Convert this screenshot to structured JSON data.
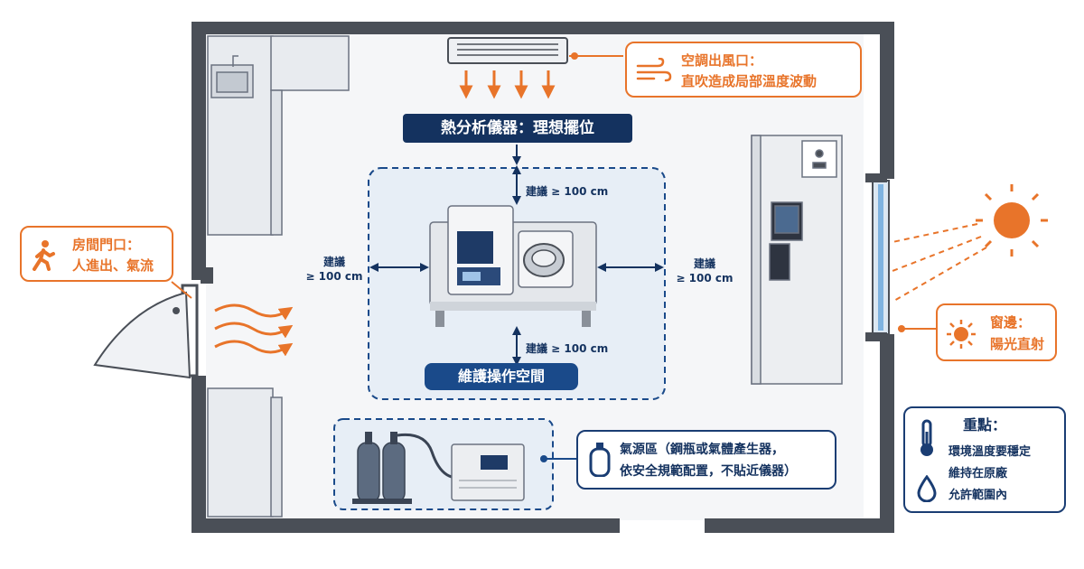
{
  "diagram": {
    "instrument_title": "熱分析儀器：理想擺位",
    "maintenance_label": "維護操作空間",
    "clearance": {
      "top": "建議 ≥ 100 cm",
      "bottom": "建議 ≥ 100 cm",
      "left_line1": "建議",
      "left_line2": "≥ 100 cm",
      "right_line1": "建議",
      "right_line2": "≥ 100 cm"
    },
    "ac_callout": {
      "line1": "空調出風口：",
      "line2": "直吹造成局部溫度波動"
    },
    "door_callout": {
      "line1": "房間門口：",
      "line2": "人進出、氣流"
    },
    "window_callout": {
      "line1": "窗邊：",
      "line2": "陽光直射"
    },
    "gas_callout": {
      "line1": "氣源區（鋼瓶或氣體產生器，",
      "line2": "依安全規範配置，不貼近儀器）"
    },
    "key_points": {
      "title": "重點：",
      "line1": "環境溫度要穩定",
      "line2": "維持在原廠",
      "line3": "允許範圍內"
    }
  },
  "colors": {
    "navy": "#14325f",
    "accent_blue": "#1a4a8a",
    "orange": "#e8742a",
    "wall": "#4a4f57",
    "floor": "#f5f6f8"
  },
  "icons": [
    "ac-vent-icon",
    "wind-icon",
    "walking-person-icon",
    "sun-icon",
    "gas-cylinder-icon",
    "thermometer-icon",
    "droplet-icon"
  ]
}
